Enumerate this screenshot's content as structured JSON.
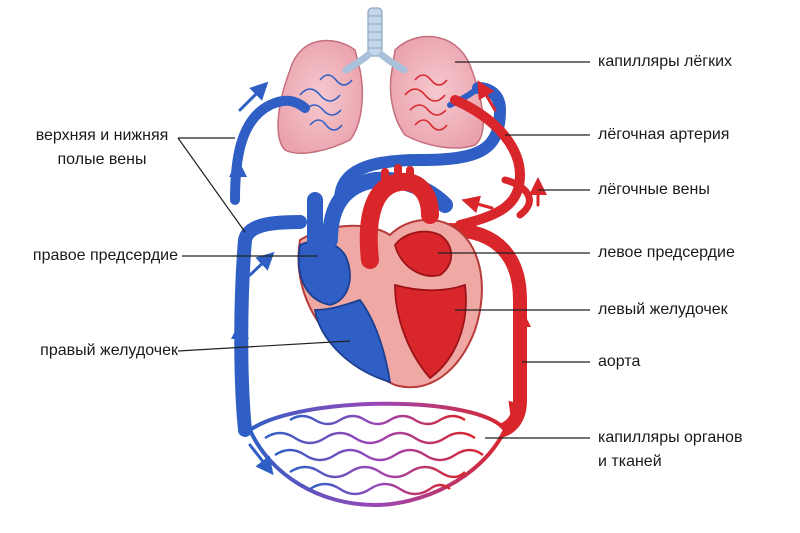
{
  "labels": {
    "lung_capillaries": "капилляры лёгких",
    "pulmonary_artery": "лёгочная артерия",
    "pulmonary_veins": "лёгочные вены",
    "left_atrium": "левое предсердие",
    "left_ventricle": "левый желудочек",
    "aorta": "аорта",
    "organ_capillaries_1": "капилляры органов",
    "organ_capillaries_2": "и тканей",
    "vena_cava_1": "верхняя и нижняя",
    "vena_cava_2": "полые вены",
    "right_atrium": "правое предсердие",
    "right_ventricle": "правый желудочек"
  },
  "colors": {
    "venous": "#2f5fc4",
    "venous_dark": "#1d3f8f",
    "arterial": "#d8262b",
    "arterial_dark": "#9c1418",
    "lung_fill": "#f2b6bf",
    "capillary_mid": "#9b47b8",
    "leader": "#222222"
  },
  "icons": [
    "flow-arrow-icon"
  ]
}
